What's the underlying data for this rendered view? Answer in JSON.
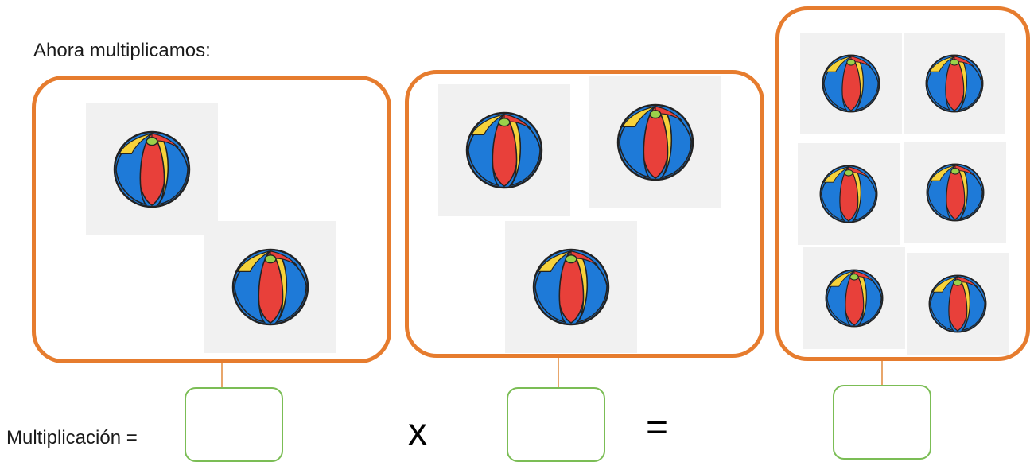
{
  "instruction": "Ahora multiplicamos:",
  "equation": {
    "label": "Multiplicación =",
    "times_symbol": "x",
    "equals_symbol": "="
  },
  "groups": [
    {
      "ball_count": 2
    },
    {
      "ball_count": 3
    },
    {
      "ball_count": 6
    }
  ],
  "answers": [
    "",
    "",
    ""
  ],
  "colors": {
    "box_border": "#e67c2e",
    "answer_border": "#7bbd55",
    "ball_red": "#e8403a",
    "ball_blue": "#1e7ad8",
    "ball_yellow": "#f6d23a",
    "ball_green_cap": "#9bd14a"
  },
  "icon": "beach-ball-icon"
}
